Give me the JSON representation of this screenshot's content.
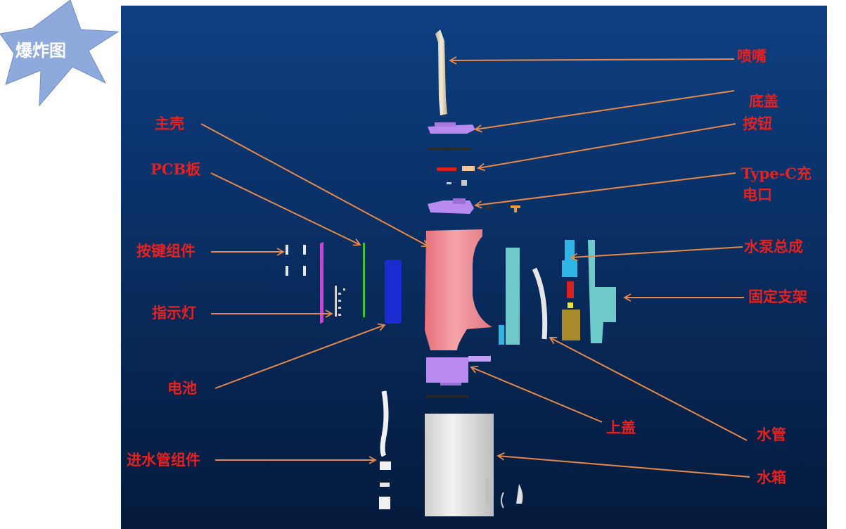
{
  "badge": {
    "text": "爆炸图"
  },
  "labels": {
    "nozzle": "喷嘴",
    "bottom_cover": "底盖",
    "button": "按钮",
    "typec_line1": "Type-C充",
    "typec_line2": "电口",
    "main_shell": "主壳",
    "pcb": "PCB板",
    "key_assembly": "按键组件",
    "indicator": "指示灯",
    "battery": "电池",
    "pump": "水泵总成",
    "bracket": "固定支架",
    "top_cover": "上盖",
    "water_tube": "水管",
    "inlet_tube": "进水管组件",
    "tank": "水箱"
  },
  "colors": {
    "bg_top": "#0e3f82",
    "bg_bottom": "#041a3c",
    "label_red": "#e8201e",
    "arrow_orange": "#e8894a",
    "badge_fill": "#8ea9dc",
    "shell_pink": "#f28f98",
    "cover_purple": "#b98af0",
    "tank_white": "#e6e6e6",
    "battery_blue": "#1a2bd0",
    "bracket_cyan": "#6ec9c9",
    "pump_cyan": "#2fb6e6",
    "motor_gold": "#a68a2c"
  }
}
